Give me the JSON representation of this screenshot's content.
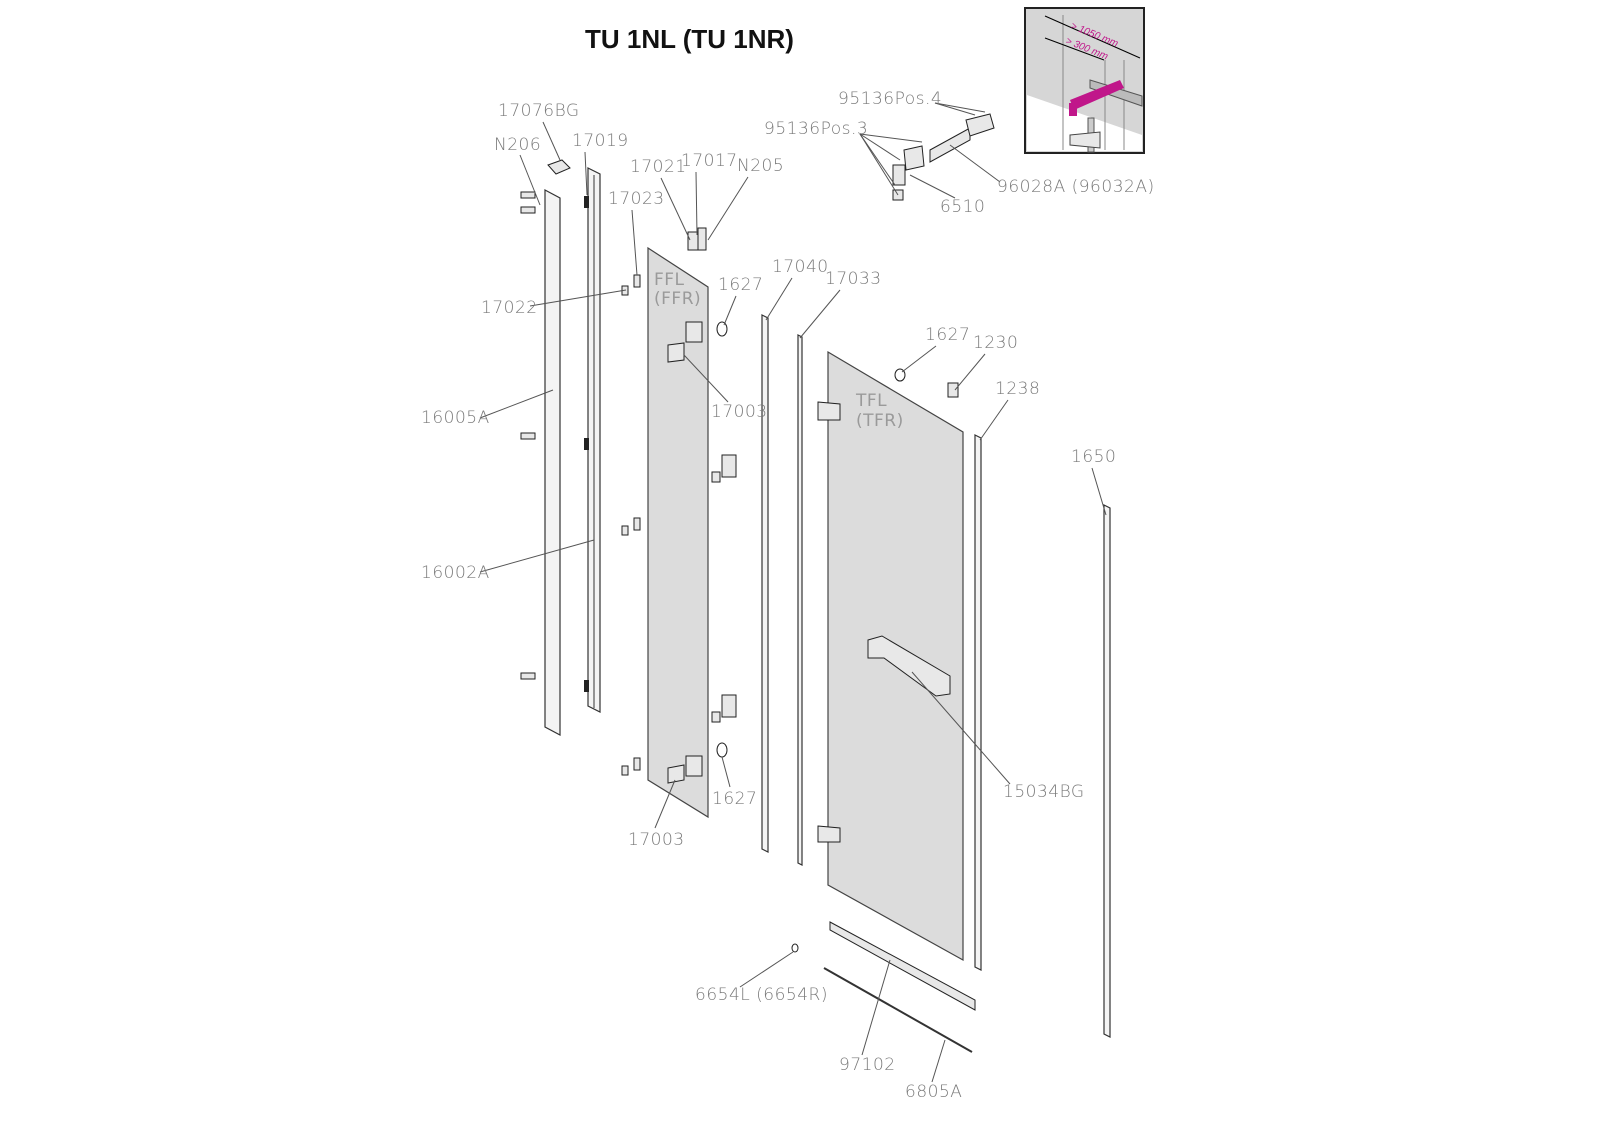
{
  "title": "TU 1NL (TU 1NR)",
  "inset": {
    "dim_outer": "> 1050 mm",
    "dim_inner": "> 300 mm",
    "accent": "#c0168a"
  },
  "labels": {
    "p17076BG": "17076BG",
    "pN206": "N206",
    "p17019": "17019",
    "p17021": "17021",
    "p17017": "17017",
    "pN205": "N205",
    "p17023": "17023",
    "p95136pos4": "95136Pos.4",
    "p95136pos3": "95136Pos.3",
    "p96028A": "96028A (96032A)",
    "p6510": "6510",
    "p17040": "17040",
    "p17033": "17033",
    "pFFL": "FFL",
    "pFFR": "(FFR)",
    "p1627a": "1627",
    "p17022": "17022",
    "p1627b": "1627",
    "p1230": "1230",
    "p1238": "1238",
    "p17003a": "17003",
    "pTFL": "TFL",
    "pTFR": "(TFR)",
    "p16005A": "16005A",
    "p1650": "1650",
    "p16002A": "16002A",
    "p15034BG": "15034BG",
    "p1627c": "1627",
    "p17003b": "17003",
    "p6654L": "6654L (6654R)",
    "p97102": "97102",
    "p6805A": "6805A"
  }
}
